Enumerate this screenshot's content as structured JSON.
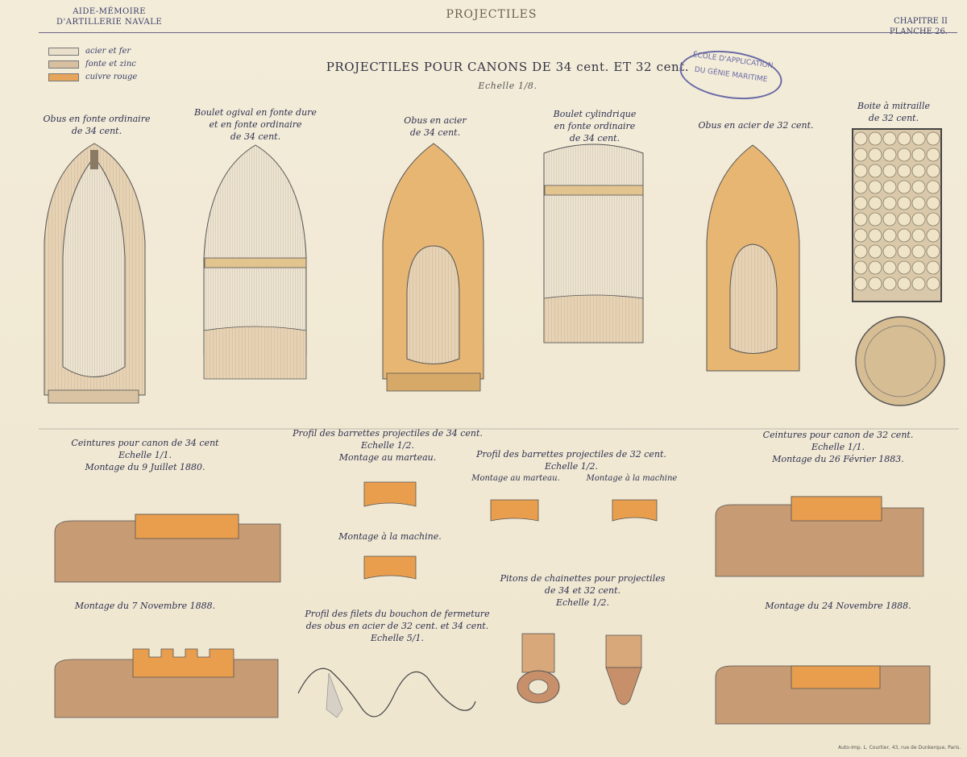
{
  "header": {
    "left_line1": "AIDE-MÉMOIRE",
    "left_line2": "D'ARTILLERIE NAVALE",
    "center": "PROJECTILES",
    "right_line1": "CHAPITRE II",
    "right_line2": "PLANCHE 26."
  },
  "legend": [
    {
      "label": "acier et fer",
      "color": "#e9dfca"
    },
    {
      "label": "fonte et zinc",
      "color": "#d7bfa0"
    },
    {
      "label": "cuivre rouge",
      "color": "#e7a55b"
    }
  ],
  "title": {
    "text": "PROJECTILES POUR CANONS DE 34 cent. ET 32 cent.",
    "scale": "Echelle 1/8."
  },
  "stamp": {
    "line1": "ÉCOLE D'APPLICATION",
    "line2": "DU GÉNIE MARITIME"
  },
  "projectiles": [
    {
      "id": "obus-fonte-34",
      "line1": "Obus en fonte ordinaire",
      "line2": "de 34 cent."
    },
    {
      "id": "boulet-ogival-34",
      "line1": "Boulet ogival en fonte dure",
      "line2": "et en fonte ordinaire",
      "line3": "de 34 cent."
    },
    {
      "id": "obus-acier-34",
      "line1": "Obus en acier",
      "line2": "de 34 cent."
    },
    {
      "id": "boulet-cylindrique-34",
      "line1": "Boulet cylindrique",
      "line2": "en fonte ordinaire",
      "line3": "de 34 cent."
    },
    {
      "id": "obus-acier-32",
      "line1": "Obus en acier de 32 cent."
    },
    {
      "id": "boite-mitraille-32",
      "line1": "Boite à mitraille",
      "line2": "de 32 cent."
    }
  ],
  "bottom": {
    "ceintures34": {
      "title": "Ceintures pour canon de 34 cent",
      "scale": "Echelle 1/1.",
      "montage1": "Montage du 9 Juillet 1880.",
      "montage2": "Montage du 7 Novembre 1888."
    },
    "barrettes34": {
      "title": "Profil des barrettes projectiles de 34 cent.",
      "scale": "Echelle 1/2.",
      "marteau": "Montage au marteau.",
      "machine": "Montage à la machine."
    },
    "barrettes32": {
      "title": "Profil des barrettes projectiles de 32 cent.",
      "scale": "Echelle 1/2.",
      "marteau": "Montage au marteau.",
      "machine": "Montage à la machine"
    },
    "filets": {
      "line1": "Profil des filets du bouchon de fermeture",
      "line2": "des obus en acier de 32 cent. et 34 cent.",
      "scale": "Echelle 5/1."
    },
    "pitons": {
      "line1": "Pitons de chainettes pour projectiles",
      "line2": "de 34 et 32 cent.",
      "scale": "Echelle 1/2."
    },
    "ceintures32": {
      "title": "Ceintures pour canon de 32 cent.",
      "scale": "Echelle 1/1.",
      "montage1": "Montage du 26 Février 1883.",
      "montage2": "Montage du 24 Novembre 1888."
    }
  },
  "footer": "Auto-Imp. L. Courtier, 43, rue de Dunkerque, Paris."
}
